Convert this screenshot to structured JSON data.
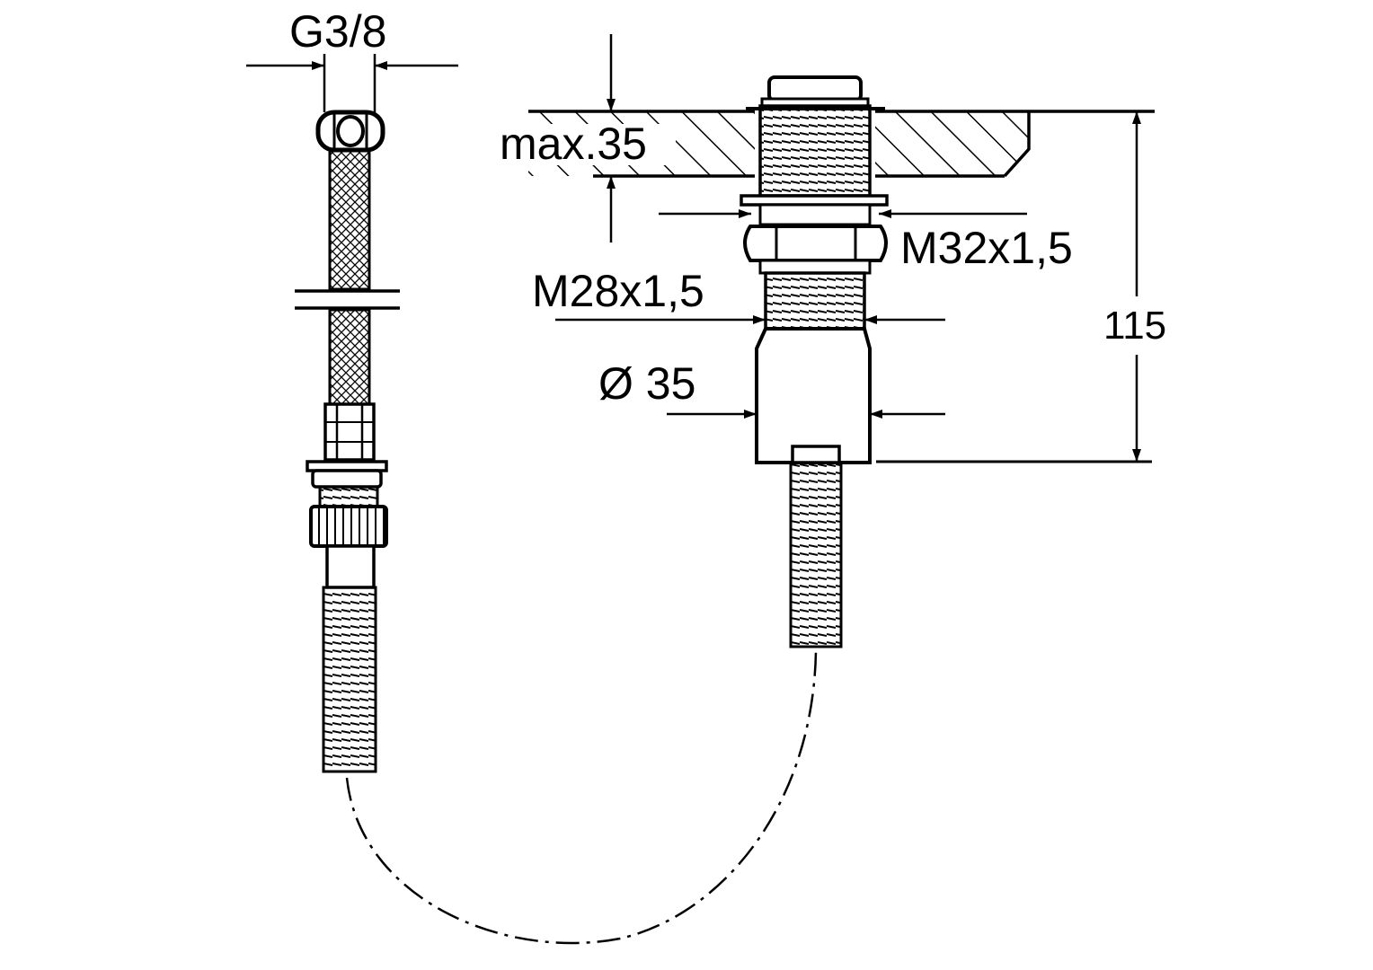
{
  "dimensions": {
    "thread_connection": "G3/8",
    "max_thickness": "max.35",
    "nut_thread": "M32x1,5",
    "body_thread": "M28x1,5",
    "body_diameter": "Ø 35",
    "total_height": "115"
  },
  "colors": {
    "ink": "#000000",
    "paper": "#ffffff"
  }
}
